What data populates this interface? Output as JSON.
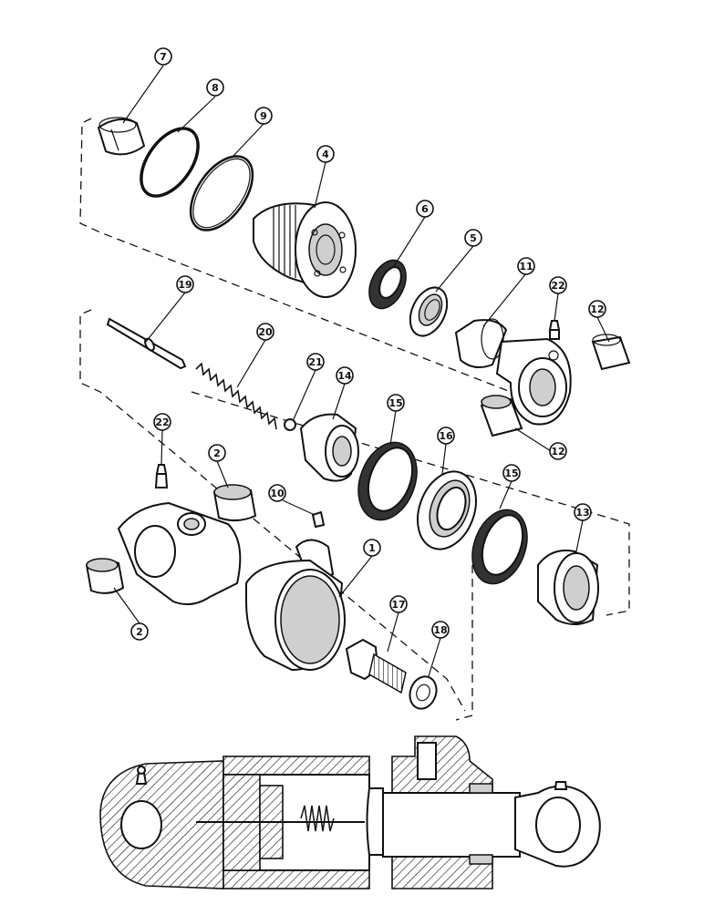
{
  "diagram": {
    "callouts": [
      {
        "id": "c7",
        "label": "7"
      },
      {
        "id": "c8",
        "label": "8"
      },
      {
        "id": "c9",
        "label": "9"
      },
      {
        "id": "c4",
        "label": "4"
      },
      {
        "id": "c6",
        "label": "6"
      },
      {
        "id": "c5",
        "label": "5"
      },
      {
        "id": "c11",
        "label": "11"
      },
      {
        "id": "c22a",
        "label": "22"
      },
      {
        "id": "c12a",
        "label": "12"
      },
      {
        "id": "c19",
        "label": "19"
      },
      {
        "id": "c20",
        "label": "20"
      },
      {
        "id": "c21",
        "label": "21"
      },
      {
        "id": "c14",
        "label": "14"
      },
      {
        "id": "c15a",
        "label": "15"
      },
      {
        "id": "c16",
        "label": "16"
      },
      {
        "id": "c12b",
        "label": "12"
      },
      {
        "id": "c22b",
        "label": "22"
      },
      {
        "id": "c2a",
        "label": "2"
      },
      {
        "id": "c10",
        "label": "10"
      },
      {
        "id": "c1",
        "label": "1"
      },
      {
        "id": "c15b",
        "label": "15"
      },
      {
        "id": "c13",
        "label": "13"
      },
      {
        "id": "c2b",
        "label": "2"
      },
      {
        "id": "c17",
        "label": "17"
      },
      {
        "id": "c18",
        "label": "18"
      }
    ]
  }
}
